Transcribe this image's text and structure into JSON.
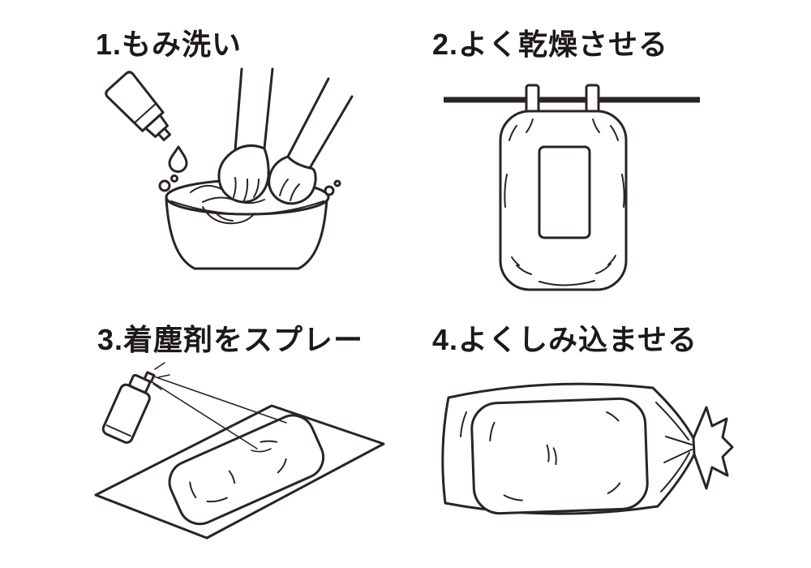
{
  "diagram": {
    "name": "care-instructions",
    "step_count": 4
  },
  "steps": [
    {
      "number": "1",
      "label": "1.もみ洗い",
      "illustration": "hand-washing-in-tub"
    },
    {
      "number": "2",
      "label": "2.よく乾燥させる",
      "illustration": "hanging-to-dry"
    },
    {
      "number": "3",
      "label": "3.着塵剤をスプレー",
      "illustration": "spraying-dust-attractant"
    },
    {
      "number": "4",
      "label": "4.よくしみ込ませる",
      "illustration": "soaking-in-tied-bag"
    }
  ],
  "colors": {
    "line": "#2a2422",
    "background": "#ffffff"
  }
}
